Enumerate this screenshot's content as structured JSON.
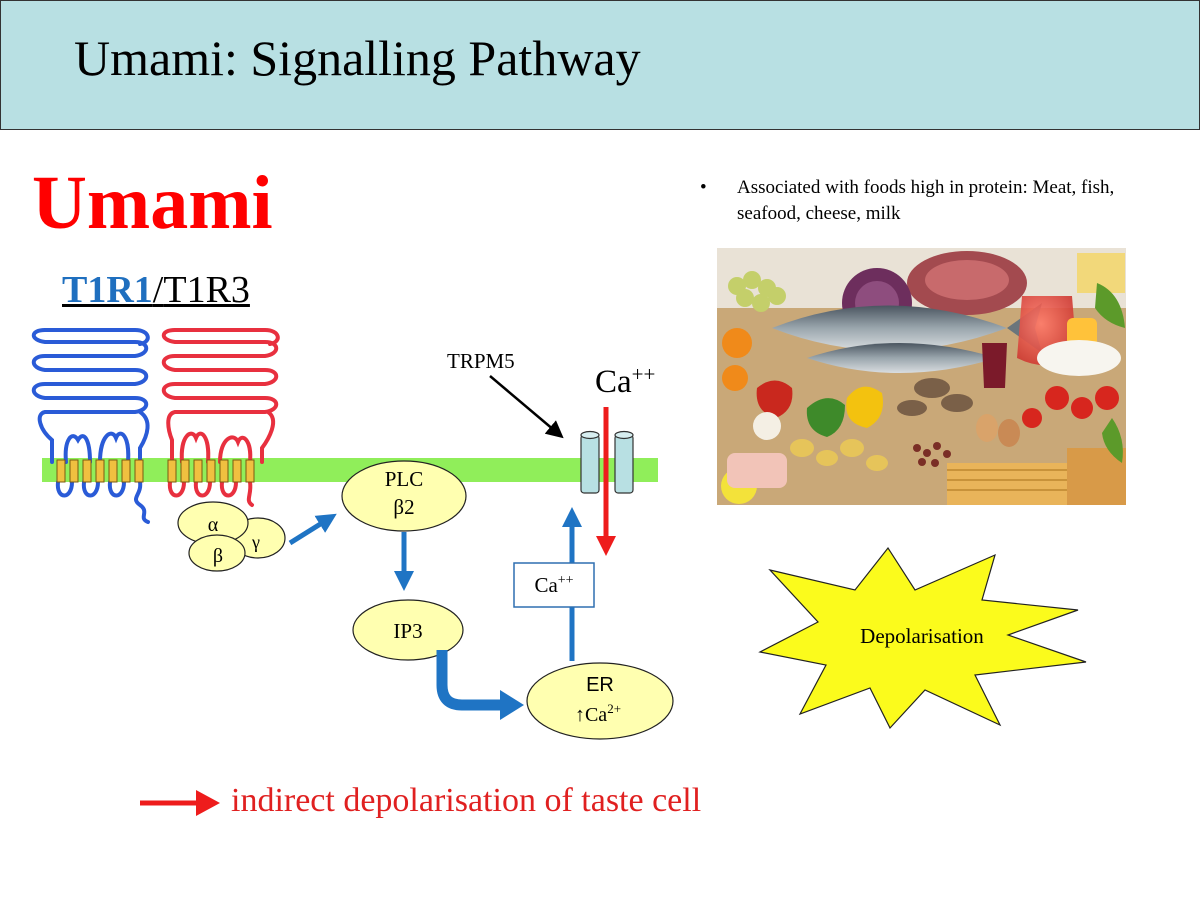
{
  "slide": {
    "title": "Umami: Signalling Pathway",
    "heading": "Umami",
    "receptor": {
      "part1": "T1R1",
      "separator": "/",
      "part2": "T1R3"
    },
    "bullets": [
      "Associated with foods high in protein: Meat, fish, seafood, cheese, milk"
    ],
    "footer": "indirect depolarisation of taste cell"
  },
  "diagram": {
    "g_alpha": "α",
    "g_beta": "β",
    "g_gamma": "γ",
    "plc_line1": "PLC",
    "plc_line2": "β2",
    "ip3": "IP3",
    "er_line1": "ER",
    "er_line2_prefix": "↑Ca",
    "er_line2_sup": "2+",
    "ca_box_base": "Ca",
    "ca_box_sup": "++",
    "trpm5": "TRPM5",
    "ca_influx_base": "Ca",
    "ca_influx_sup": "++",
    "depolarisation": "Depolarisation"
  },
  "colors": {
    "title_bar": "#b8e0e3",
    "heading": "#ff0000",
    "t1r1": "#1f6fbf",
    "t1r3": "#e8303f",
    "membrane": "#90ee5a",
    "arrow_blue": "#1f74c4",
    "arrow_red": "#ee1c1c",
    "node_fill": "#ffffb0",
    "channel_fill": "#b8e0e3",
    "starburst": "#fbfb1c"
  },
  "icons": {
    "food_image": "protein-foods-photo"
  }
}
